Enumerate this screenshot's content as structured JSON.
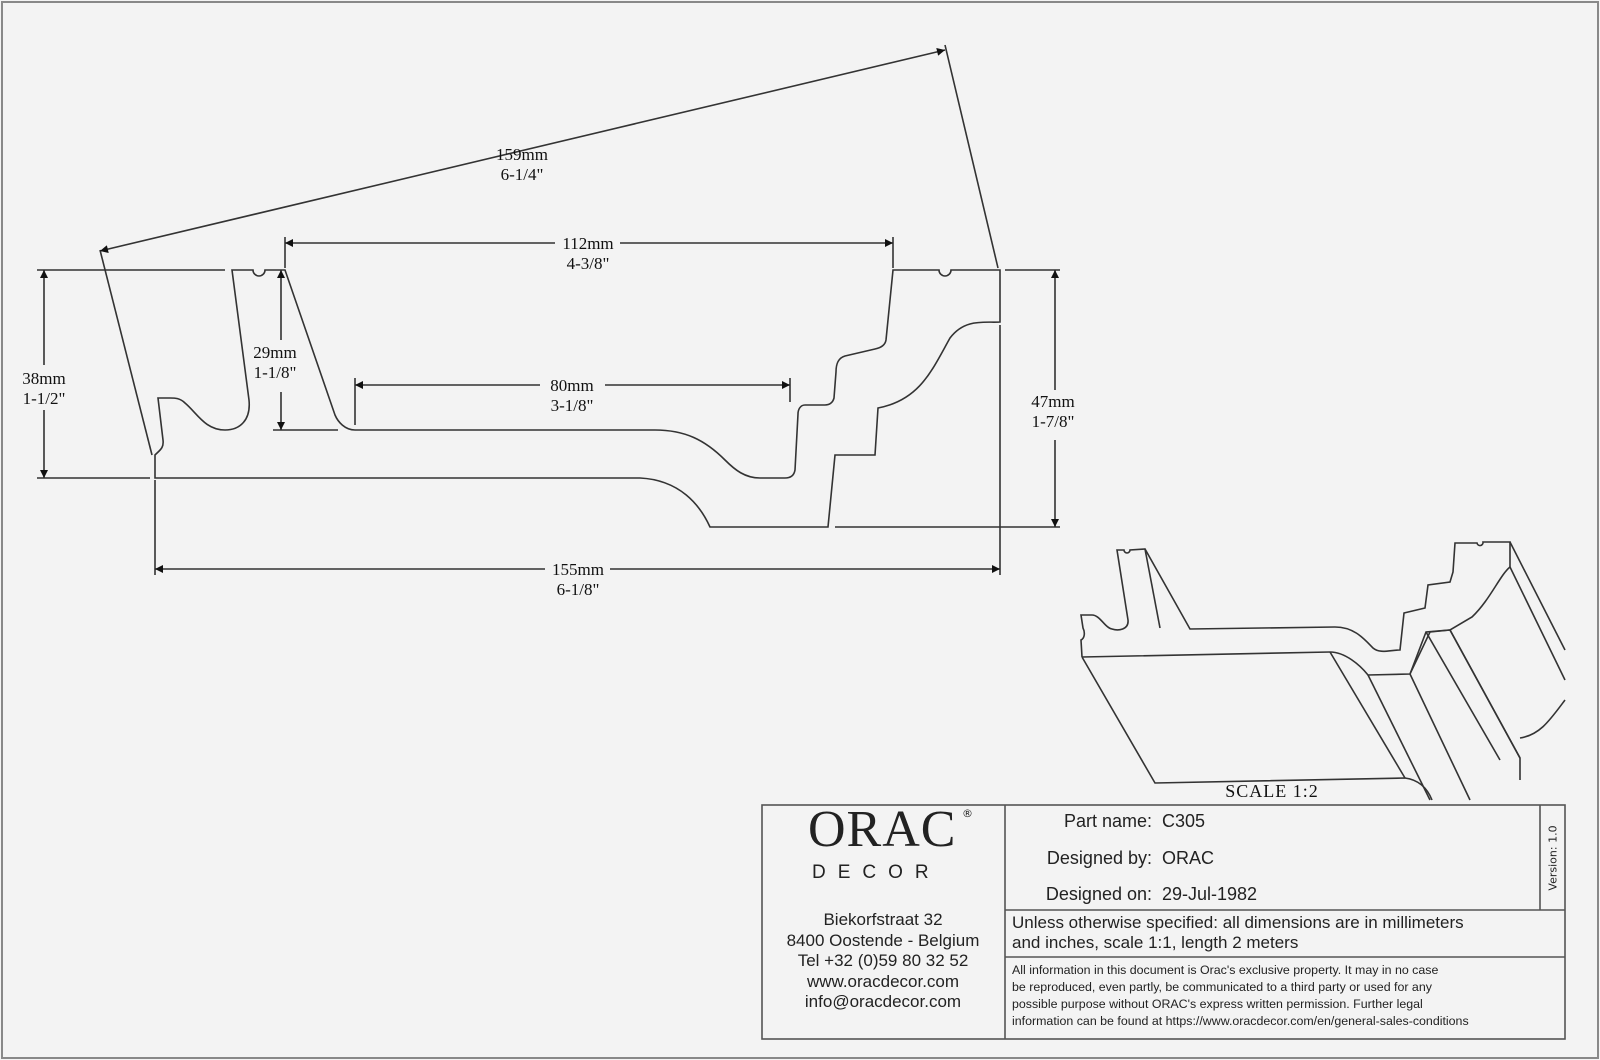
{
  "dimensions": {
    "diag": {
      "mm": "159mm",
      "in": "6-1/4\""
    },
    "top": {
      "mm": "112mm",
      "in": "4-3/8\""
    },
    "inner": {
      "mm": "80mm",
      "in": "3-1/8\""
    },
    "bottom": {
      "mm": "155mm",
      "in": "6-1/8\""
    },
    "left_height": {
      "mm": "38mm",
      "in": "1-1/2\""
    },
    "lip_height": {
      "mm": "29mm",
      "in": "1-1/8\""
    },
    "right_height": {
      "mm": "47mm",
      "in": "1-7/8\""
    }
  },
  "scale_label": "SCALE  1:2",
  "logo": {
    "word1": "ORAC",
    "word2": "DECOR",
    "reg": "®"
  },
  "address": {
    "street": "Biekorfstraat 32",
    "city": "8400 Oostende - Belgium",
    "tel": "Tel  +32 (0)59 80 32 52",
    "web": "www.oracdecor.com",
    "email": "info@oracdecor.com"
  },
  "title_block": {
    "part_name_label": "Part name:",
    "part_name": "C305",
    "designed_by_label": "Designed by:",
    "designed_by": "ORAC",
    "designed_on_label": "Designed on:",
    "designed_on": "29-Jul-1982",
    "version": "Version: 1.0",
    "note_line1": "Unless otherwise specified: all dimensions are in millimeters",
    "note_line2": "and inches, scale 1:1, length 2 meters",
    "legal": [
      "All information in this document is Orac's exclusive property.  It may in no case",
      "be reproduced, even partly, be communicated to a third party or used for any",
      "possible purpose without ORAC's express written permission. Further legal",
      "information can be found at https://www.oracdecor.com/en/general-sales-conditions"
    ]
  }
}
